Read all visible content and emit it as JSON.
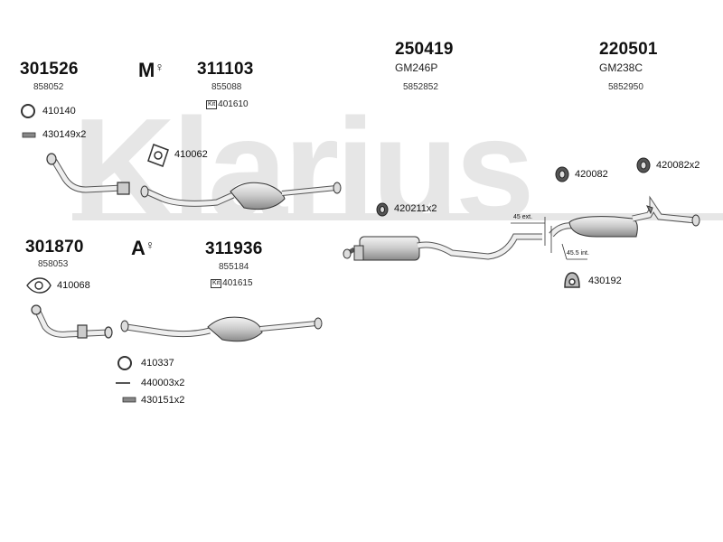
{
  "watermark": "Klarius",
  "groups": {
    "g301526": {
      "part": "301526",
      "ref": "858052"
    },
    "g311103": {
      "part": "311103",
      "ref": "855088",
      "kit_prefix": "Kit",
      "kit": "401610",
      "badge": "M"
    },
    "g250419": {
      "part": "250419",
      "code": "GM246P",
      "ref": "5852852"
    },
    "g220501": {
      "part": "220501",
      "code": "GM238C",
      "ref": "5852950"
    },
    "g301870": {
      "part": "301870",
      "ref": "858053"
    },
    "g311936": {
      "part": "311936",
      "ref": "855184",
      "kit_prefix": "Kit",
      "kit": "401615",
      "badge": "A"
    }
  },
  "accessories": {
    "a410140": "410140",
    "a430149": "430149x2",
    "a410062": "410062",
    "a420082": "420082",
    "a420082x2": "420082x2",
    "a420211": "420211x2",
    "a410068": "410068",
    "a430192": "430192",
    "a410337": "410337",
    "a440003": "440003x2",
    "a430151": "430151x2"
  },
  "dimensions": {
    "ext": "45 ext.",
    "int": "45.5 int."
  }
}
